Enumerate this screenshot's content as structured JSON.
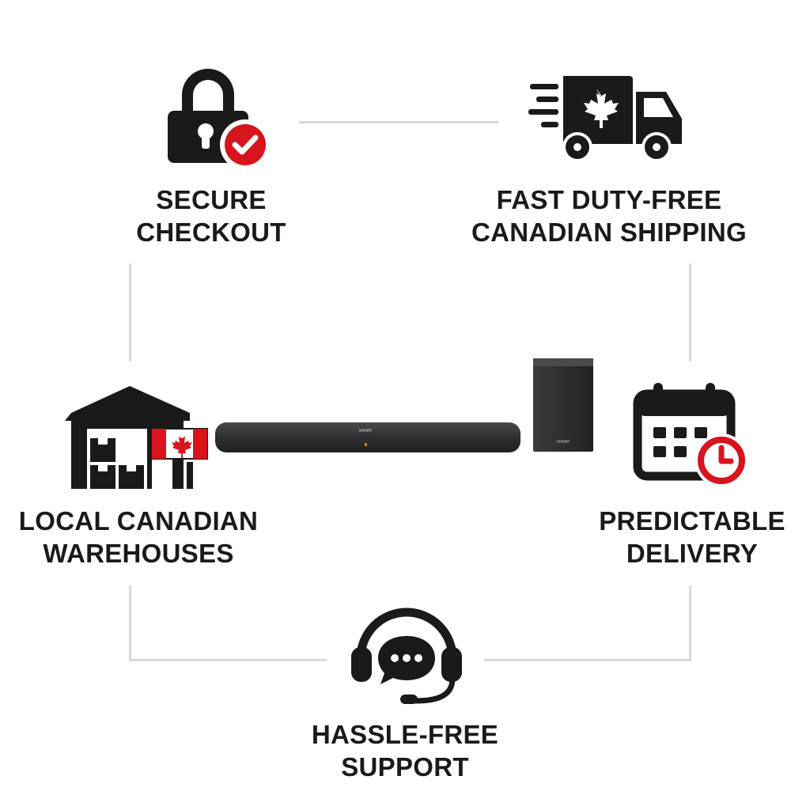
{
  "colors": {
    "icon": "#1a1a1a",
    "accent": "#d8141c",
    "connector": "#d9d9d9",
    "product": "#2b2b2b"
  },
  "features": {
    "secure_checkout": {
      "line1": "SECURE",
      "line2": "CHECKOUT",
      "icon": "lock-check-icon"
    },
    "shipping": {
      "line1": "FAST DUTY-FREE",
      "line2": "CANADIAN SHIPPING",
      "icon": "delivery-truck-maple-leaf-icon"
    },
    "warehouses": {
      "line1": "LOCAL CANADIAN",
      "line2": "WAREHOUSES",
      "icon": "warehouse-canada-flag-icon"
    },
    "delivery": {
      "line1": "PREDICTABLE",
      "line2": "DELIVERY",
      "icon": "calendar-clock-icon"
    },
    "support": {
      "line1": "HASSLE-FREE",
      "line2": "SUPPORT",
      "icon": "headset-chat-icon"
    }
  },
  "product": {
    "brand": "SHARP",
    "name": "soundbar-with-subwoofer"
  }
}
